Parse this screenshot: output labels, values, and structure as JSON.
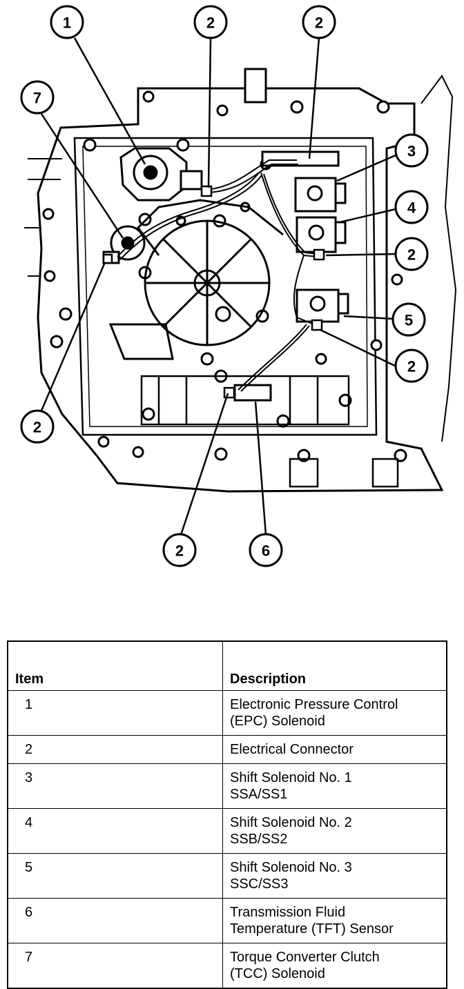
{
  "callouts": {
    "c1": "1",
    "c2a": "2",
    "c2b": "2",
    "c3": "3",
    "c4": "4",
    "c7": "7",
    "c2c": "2",
    "c5": "5",
    "c2d": "2",
    "c2e": "2",
    "c2f": "2",
    "c6": "6"
  },
  "legend": {
    "item_header": "Item",
    "description_header": "Description",
    "rows": [
      {
        "item": "1",
        "description": "Electronic Pressure Control\n(EPC) Solenoid"
      },
      {
        "item": "2",
        "description": "Electrical Connector"
      },
      {
        "item": "3",
        "description": "Shift Solenoid No. 1\nSSA/SS1"
      },
      {
        "item": "4",
        "description": "Shift Solenoid No. 2\nSSB/SS2"
      },
      {
        "item": "5",
        "description": "Shift Solenoid No. 3\nSSC/SS3"
      },
      {
        "item": "6",
        "description": "Transmission Fluid\nTemperature (TFT) Sensor"
      },
      {
        "item": "7",
        "description": "Torque Converter Clutch\n(TCC) Solenoid"
      }
    ]
  }
}
